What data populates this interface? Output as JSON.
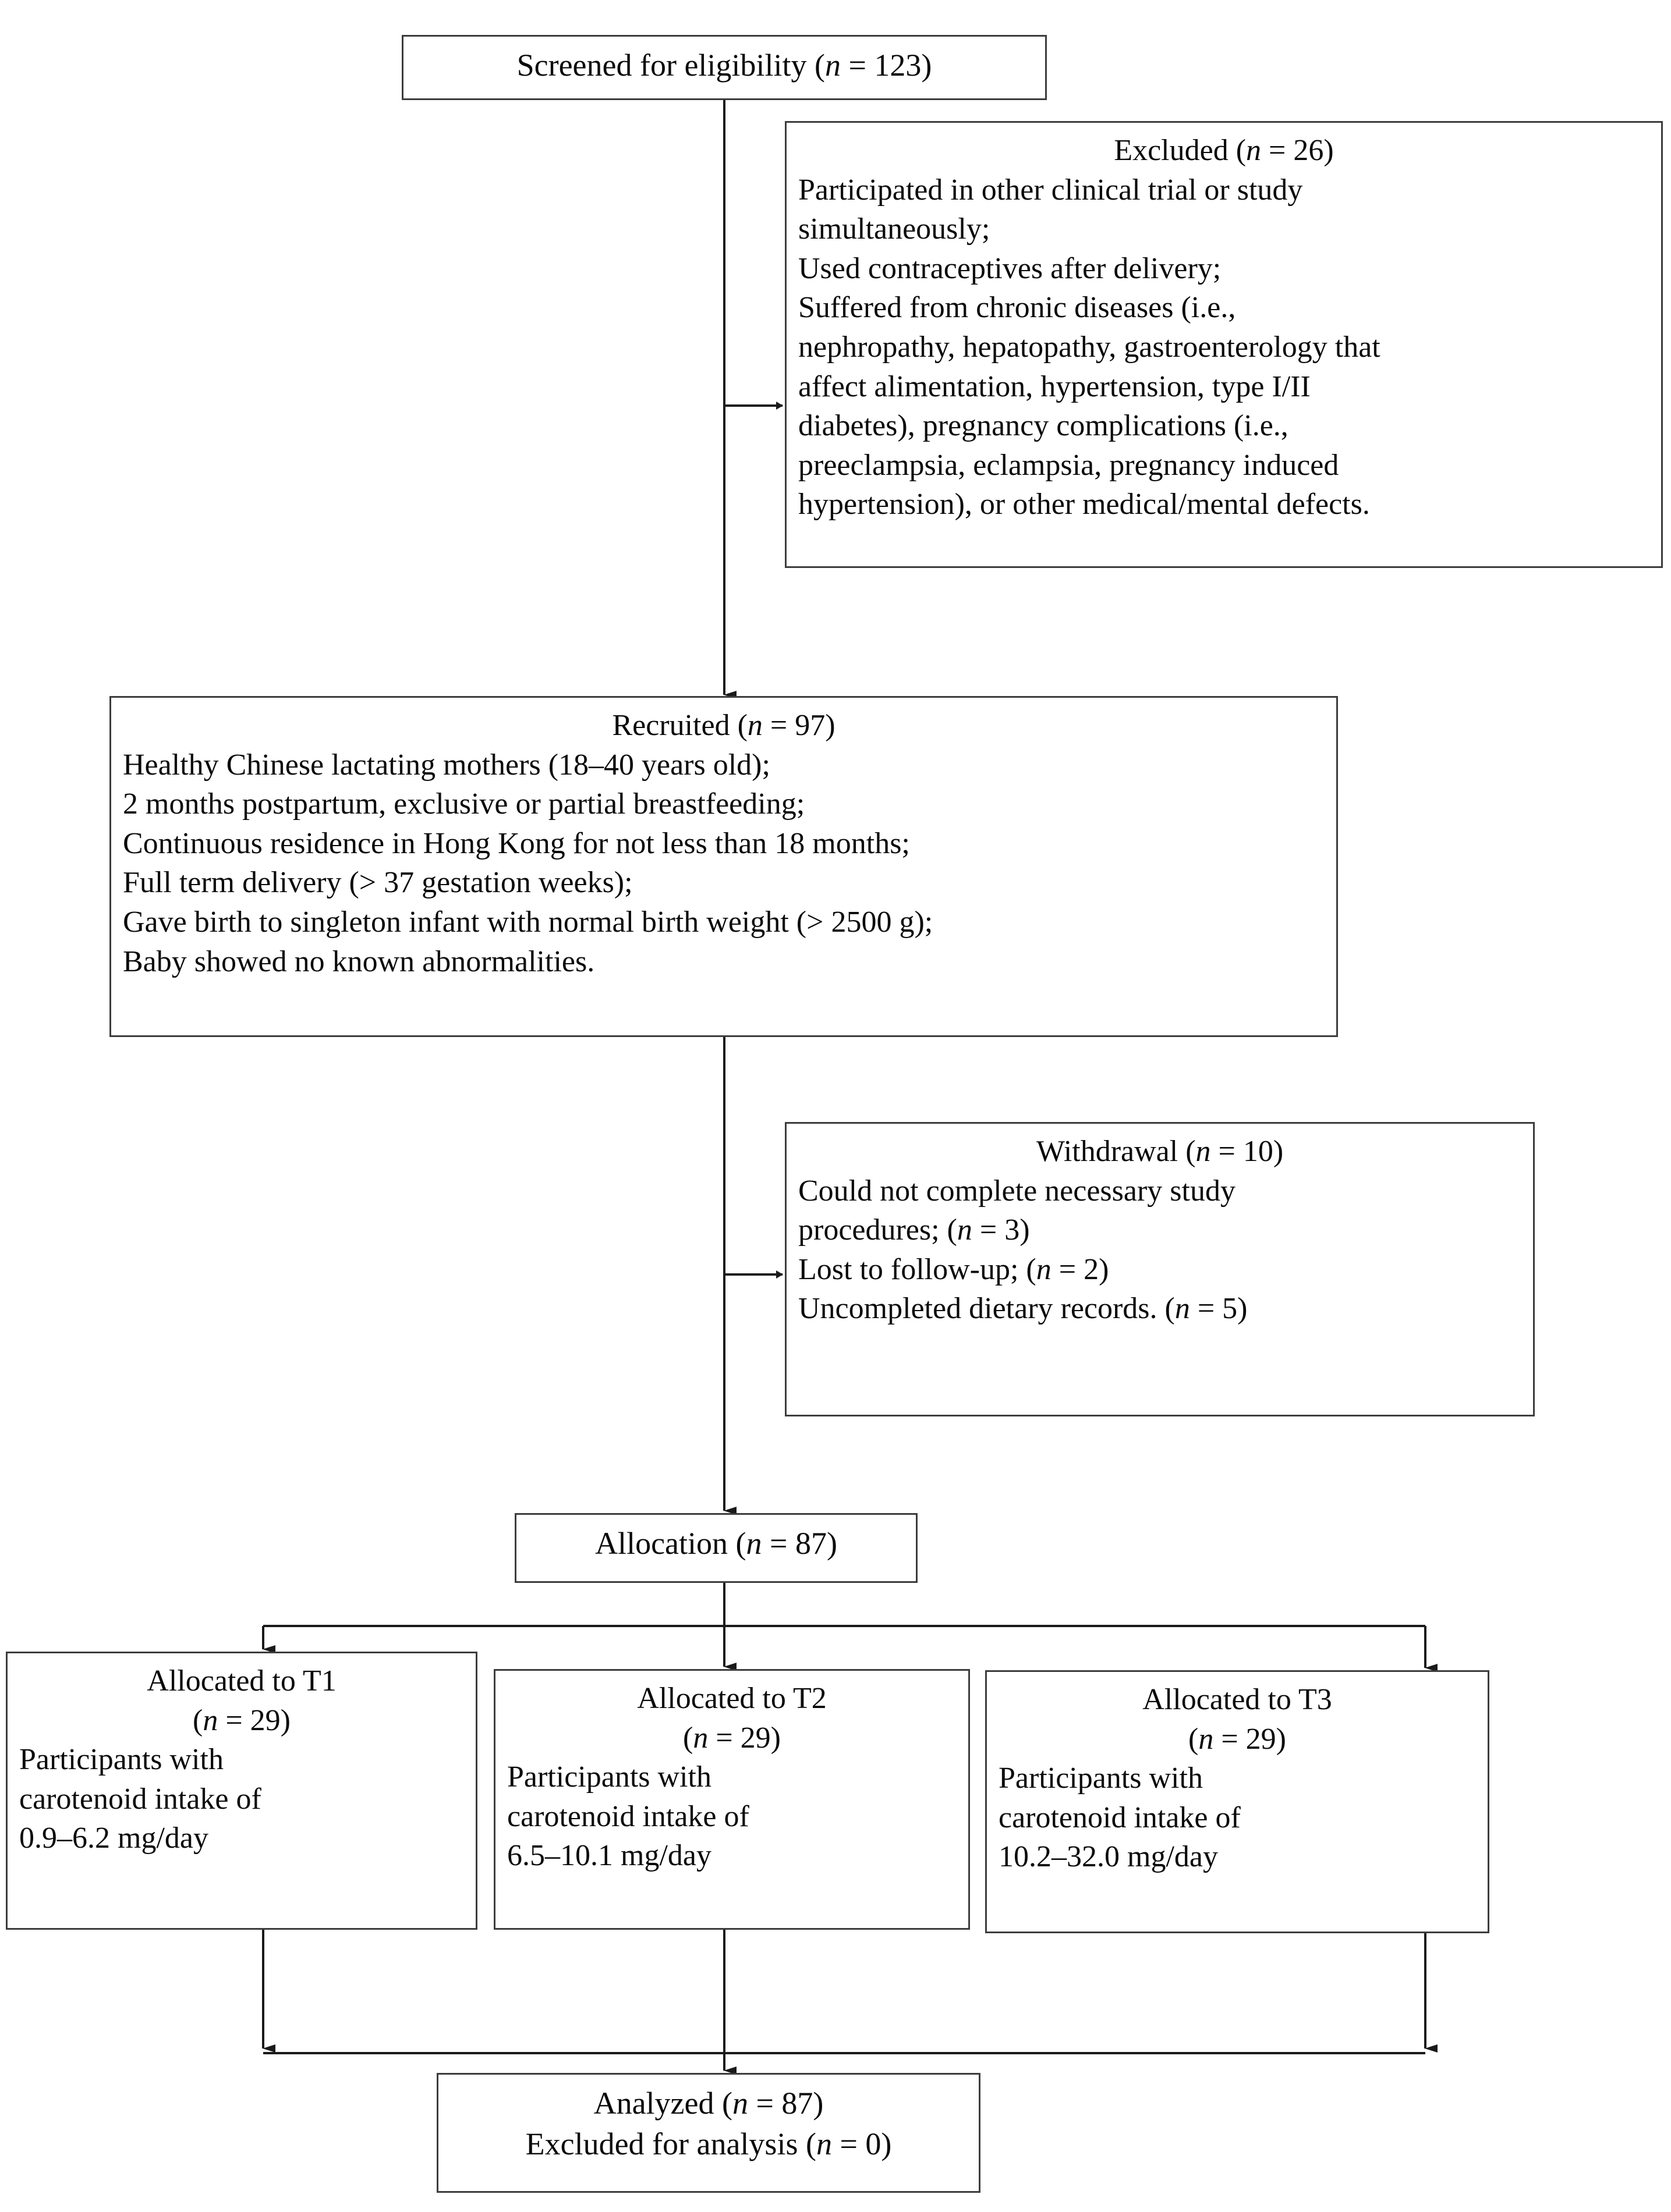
{
  "diagram": {
    "type": "flowchart",
    "title": "Participant enrollment and allocation flow diagram",
    "colors": {
      "box_border": "#3d3d3d",
      "connector": "#1a1a1a",
      "background": "#ffffff",
      "text": "#0a0a0a"
    },
    "nodes": {
      "screened": {
        "header": "Screened for eligibility (n = 123)",
        "header_label": "Screened for eligibility",
        "n": "123"
      },
      "excluded": {
        "header": "Excluded (n = 26)",
        "header_label": "Excluded",
        "n": "26",
        "lines": [
          "Participated in other clinical trial or study",
          "simultaneously;",
          "Used contraceptives after delivery;",
          "Suffered from chronic diseases (i.e.,",
          "nephropathy, hepatopathy, gastroenterology that",
          "affect alimentation, hypertension, type I/II",
          "diabetes), pregnancy complications (i.e.,",
          "preeclampsia, eclampsia, pregnancy induced",
          "hypertension), or other medical/mental defects."
        ]
      },
      "recruited": {
        "header": "Recruited (n = 97)",
        "header_label": "Recruited",
        "n": "97",
        "lines": [
          "Healthy Chinese lactating mothers (18–40 years old);",
          "2 months postpartum, exclusive or partial breastfeeding;",
          "Continuous residence in Hong Kong for not less than 18 months;",
          "Full term delivery (> 37 gestation weeks);",
          "Gave birth to singleton infant with normal birth weight (> 2500 g);",
          "Baby showed no known abnormalities."
        ]
      },
      "withdrawal": {
        "header": "Withdrawal (n = 10)",
        "header_label": "Withdrawal",
        "n": "10",
        "lines": [
          "Could not complete necessary study",
          "procedures; (n = 3)",
          "Lost to follow-up; (n = 2)",
          "Uncompleted dietary records. (n = 5)"
        ]
      },
      "allocation": {
        "header": "Allocation (n = 87)",
        "header_label": "Allocation",
        "n": "87"
      },
      "t1": {
        "lines": [
          "Allocated to T1",
          "(n = 29)",
          "Participants with",
          "carotenoid intake of",
          "0.9–6.2 mg/day"
        ],
        "group": "T1",
        "n": "29",
        "intake_range": "0.9–6.2 mg/day"
      },
      "t2": {
        "lines": [
          "Allocated to T2",
          "(n = 29)",
          "Participants with",
          "carotenoid intake of",
          "6.5–10.1 mg/day"
        ],
        "group": "T2",
        "n": "29",
        "intake_range": "6.5–10.1 mg/day"
      },
      "t3": {
        "lines": [
          "Allocated to T3",
          "(n = 29)",
          "Participants with",
          "carotenoid intake of",
          "10.2–32.0 mg/day"
        ],
        "group": "T3",
        "n": "29",
        "intake_range": "10.2–32.0 mg/day"
      },
      "analyzed": {
        "lines": [
          "Analyzed (n = 87)",
          "Excluded for analysis (n = 0)"
        ],
        "analyzed_n": "87",
        "excluded_n": "0"
      }
    },
    "edges": [
      {
        "from": "screened",
        "to": "excluded",
        "kind": "branch-right"
      },
      {
        "from": "screened",
        "to": "recruited",
        "kind": "down"
      },
      {
        "from": "recruited",
        "to": "withdrawal",
        "kind": "branch-right"
      },
      {
        "from": "recruited",
        "to": "allocation",
        "kind": "down"
      },
      {
        "from": "allocation",
        "to": "t1",
        "kind": "split-left"
      },
      {
        "from": "allocation",
        "to": "t2",
        "kind": "down"
      },
      {
        "from": "allocation",
        "to": "t3",
        "kind": "split-right"
      },
      {
        "from": "t1",
        "to": "analyzed",
        "kind": "merge-left"
      },
      {
        "from": "t2",
        "to": "analyzed",
        "kind": "down"
      },
      {
        "from": "t3",
        "to": "analyzed",
        "kind": "merge-right"
      }
    ]
  }
}
